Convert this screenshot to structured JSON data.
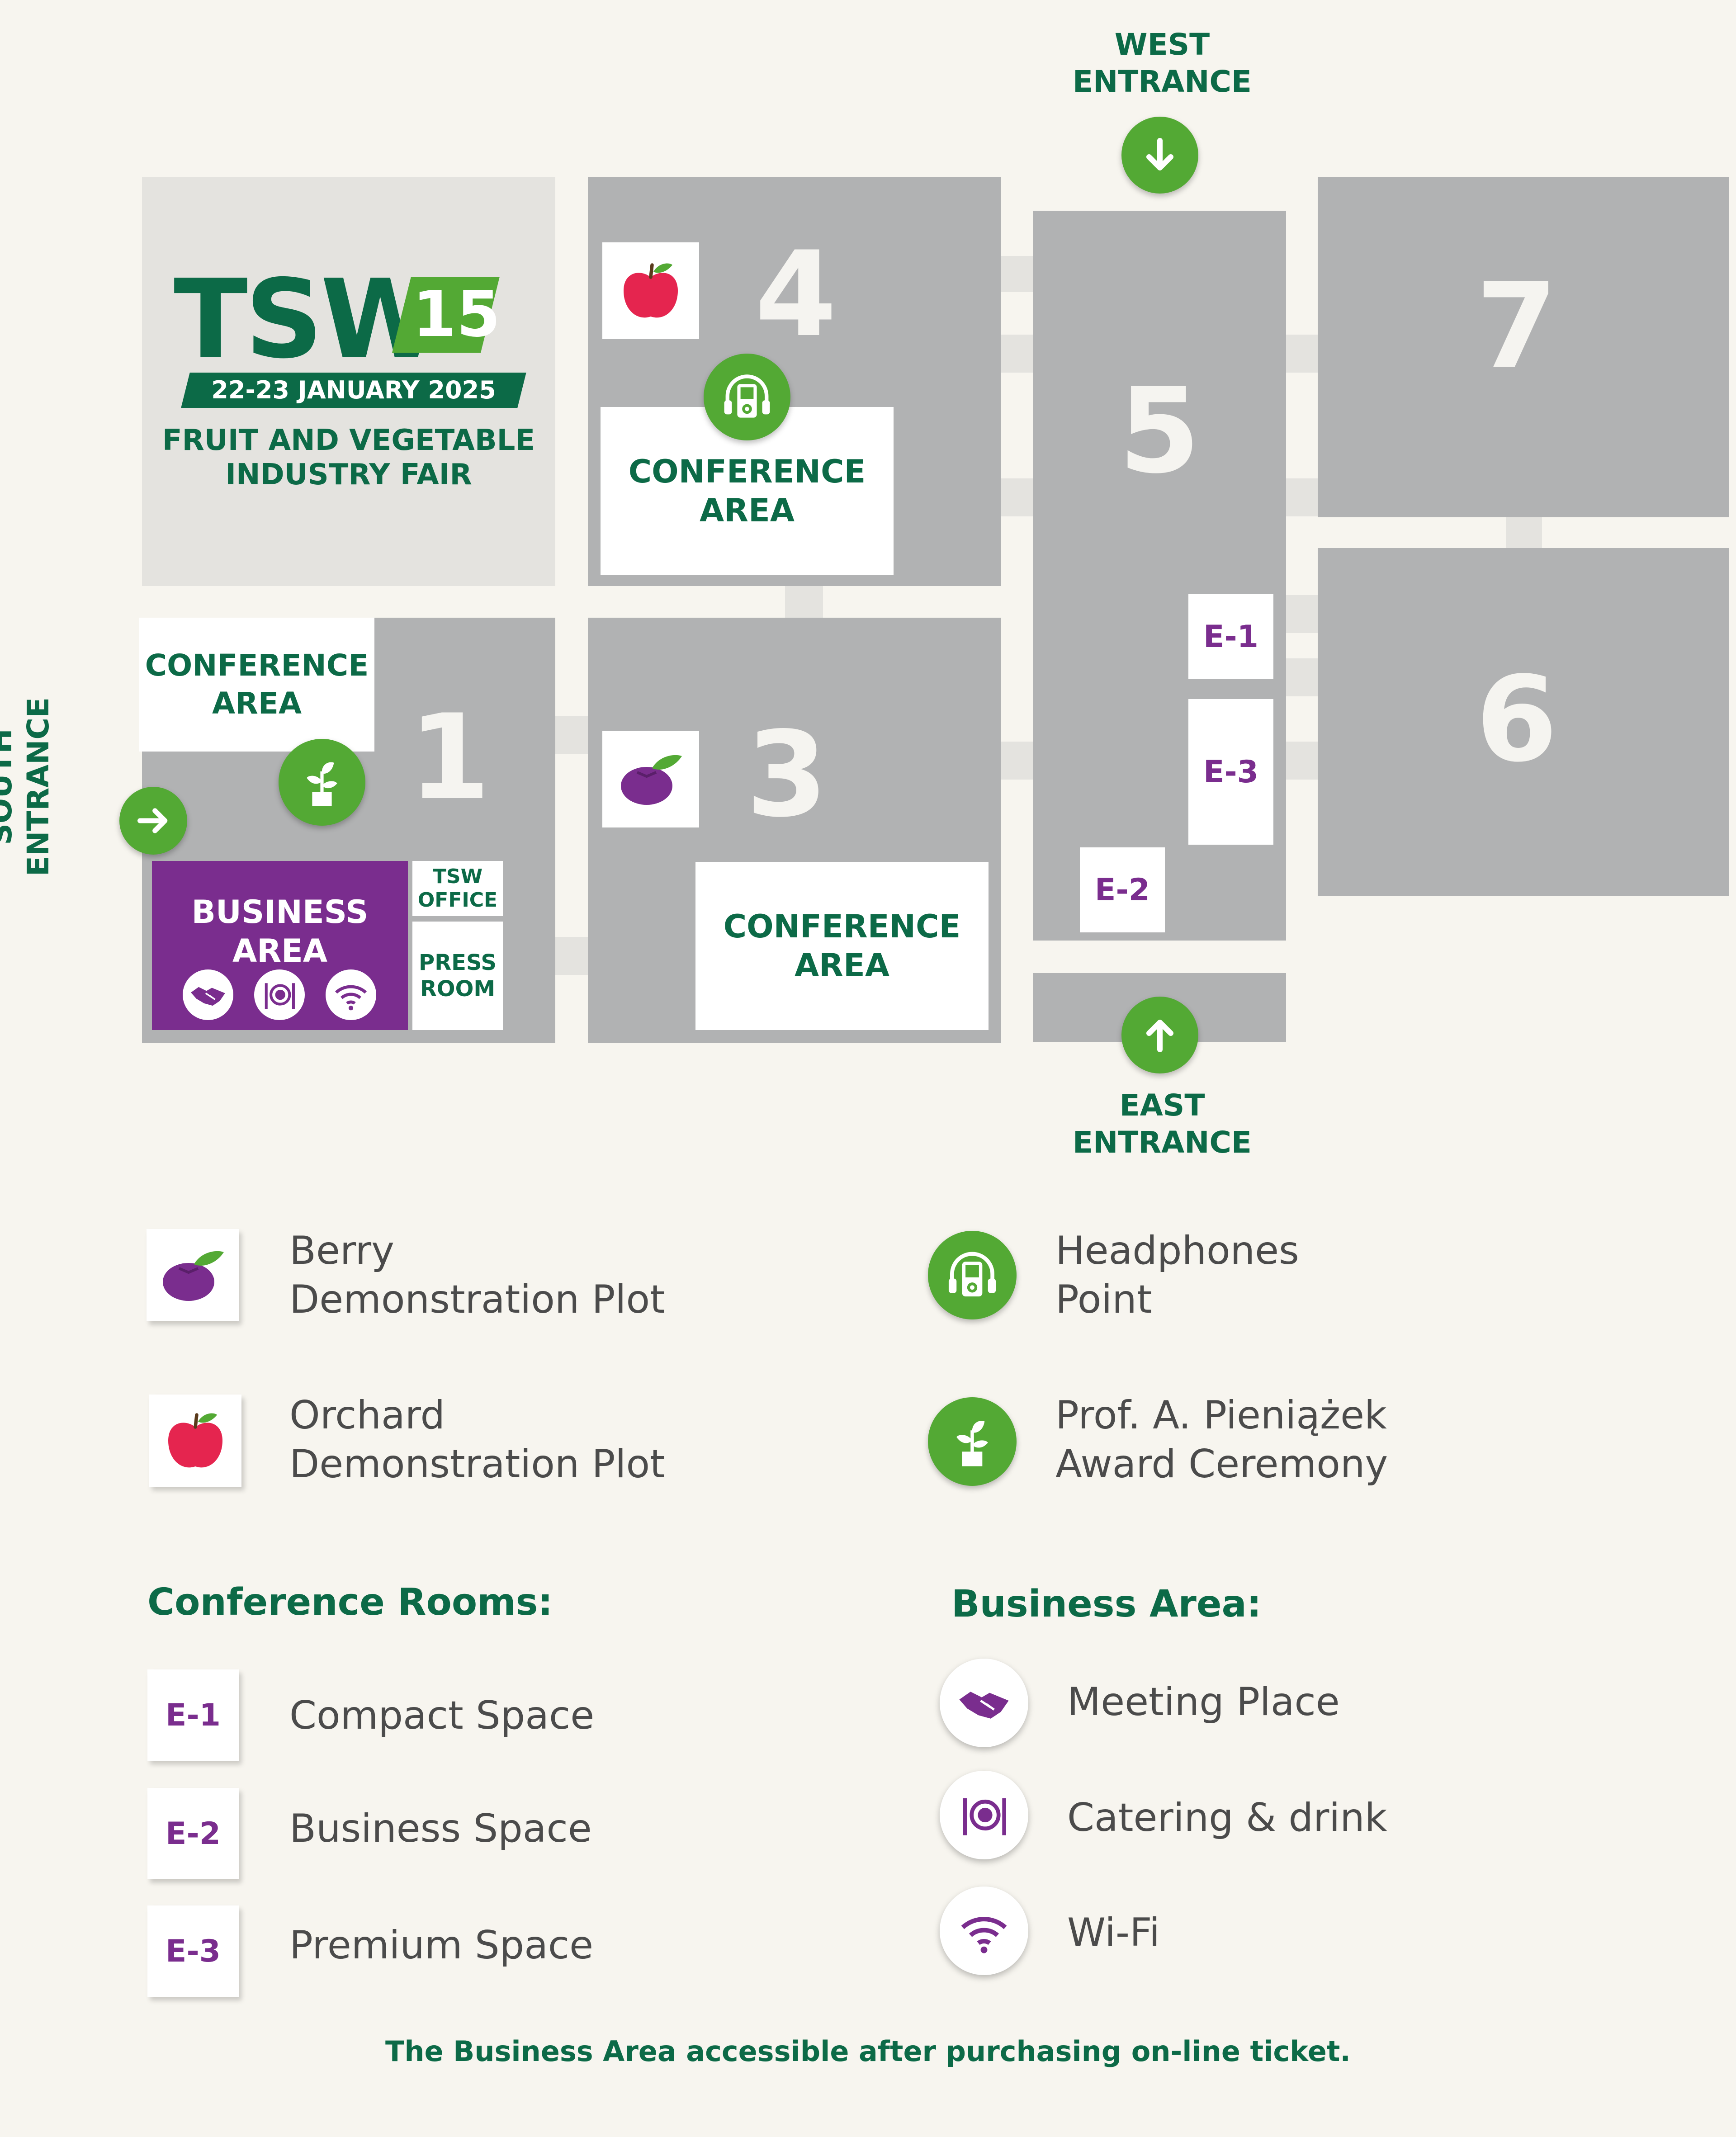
{
  "brand": {
    "name": "TSW",
    "edition": "15",
    "dates": "22-23 JANUARY 2025",
    "tagline_line1": "FRUIT AND VEGETABLE",
    "tagline_line2": "INDUSTRY FAIR"
  },
  "colors": {
    "dark_green": "#0c6a47",
    "light_green": "#53a934",
    "purple": "#7a2d8e",
    "hall_gray": "#b1b2b3",
    "apple_red": "#e5254f",
    "background": "#f7f5ef"
  },
  "entrances": {
    "west": {
      "line1": "WEST",
      "line2": "ENTRANCE",
      "arrow": "arrow-down-icon"
    },
    "east": {
      "line1": "EAST",
      "line2": "ENTRANCE",
      "arrow": "arrow-up-icon"
    },
    "south": {
      "line1": "SOUTH",
      "line2": "ENTRANCE",
      "arrow": "arrow-right-icon"
    }
  },
  "halls": {
    "h1": "1",
    "h3": "3",
    "h4": "4",
    "h5": "5",
    "h6": "6",
    "h7": "7"
  },
  "areas": {
    "conference_line1": "CONFERENCE",
    "conference_line2": "AREA",
    "business_line1": "BUSINESS",
    "business_line2": "AREA",
    "tsw_office_line1": "TSW",
    "tsw_office_line2": "OFFICE",
    "press_room_line1": "PRESS",
    "press_room_line2": "ROOM"
  },
  "rooms": {
    "e1": "E-1",
    "e2": "E-2",
    "e3": "E-3"
  },
  "legend": {
    "berry_line1": "Berry",
    "berry_line2": "Demonstration Plot",
    "orchard_line1": "Orchard",
    "orchard_line2": "Demonstration Plot",
    "headphones_line1": "Headphones",
    "headphones_line2": "Point",
    "award_line1": "Prof. A. Pieniążek",
    "award_line2": "Award Ceremony",
    "conference_heading": "Conference Rooms:",
    "business_heading": "Business Area:",
    "rooms": [
      {
        "code": "E-1",
        "label": "Compact Space"
      },
      {
        "code": "E-2",
        "label": "Business Space"
      },
      {
        "code": "E-3",
        "label": "Premium Space"
      }
    ],
    "business": [
      {
        "icon": "handshake-icon",
        "label": "Meeting Place"
      },
      {
        "icon": "plate-cutlery-icon",
        "label": "Catering & drink"
      },
      {
        "icon": "wifi-icon",
        "label": "Wi-Fi"
      }
    ]
  },
  "footer_note": "The Business Area accessible after purchasing on-line ticket."
}
